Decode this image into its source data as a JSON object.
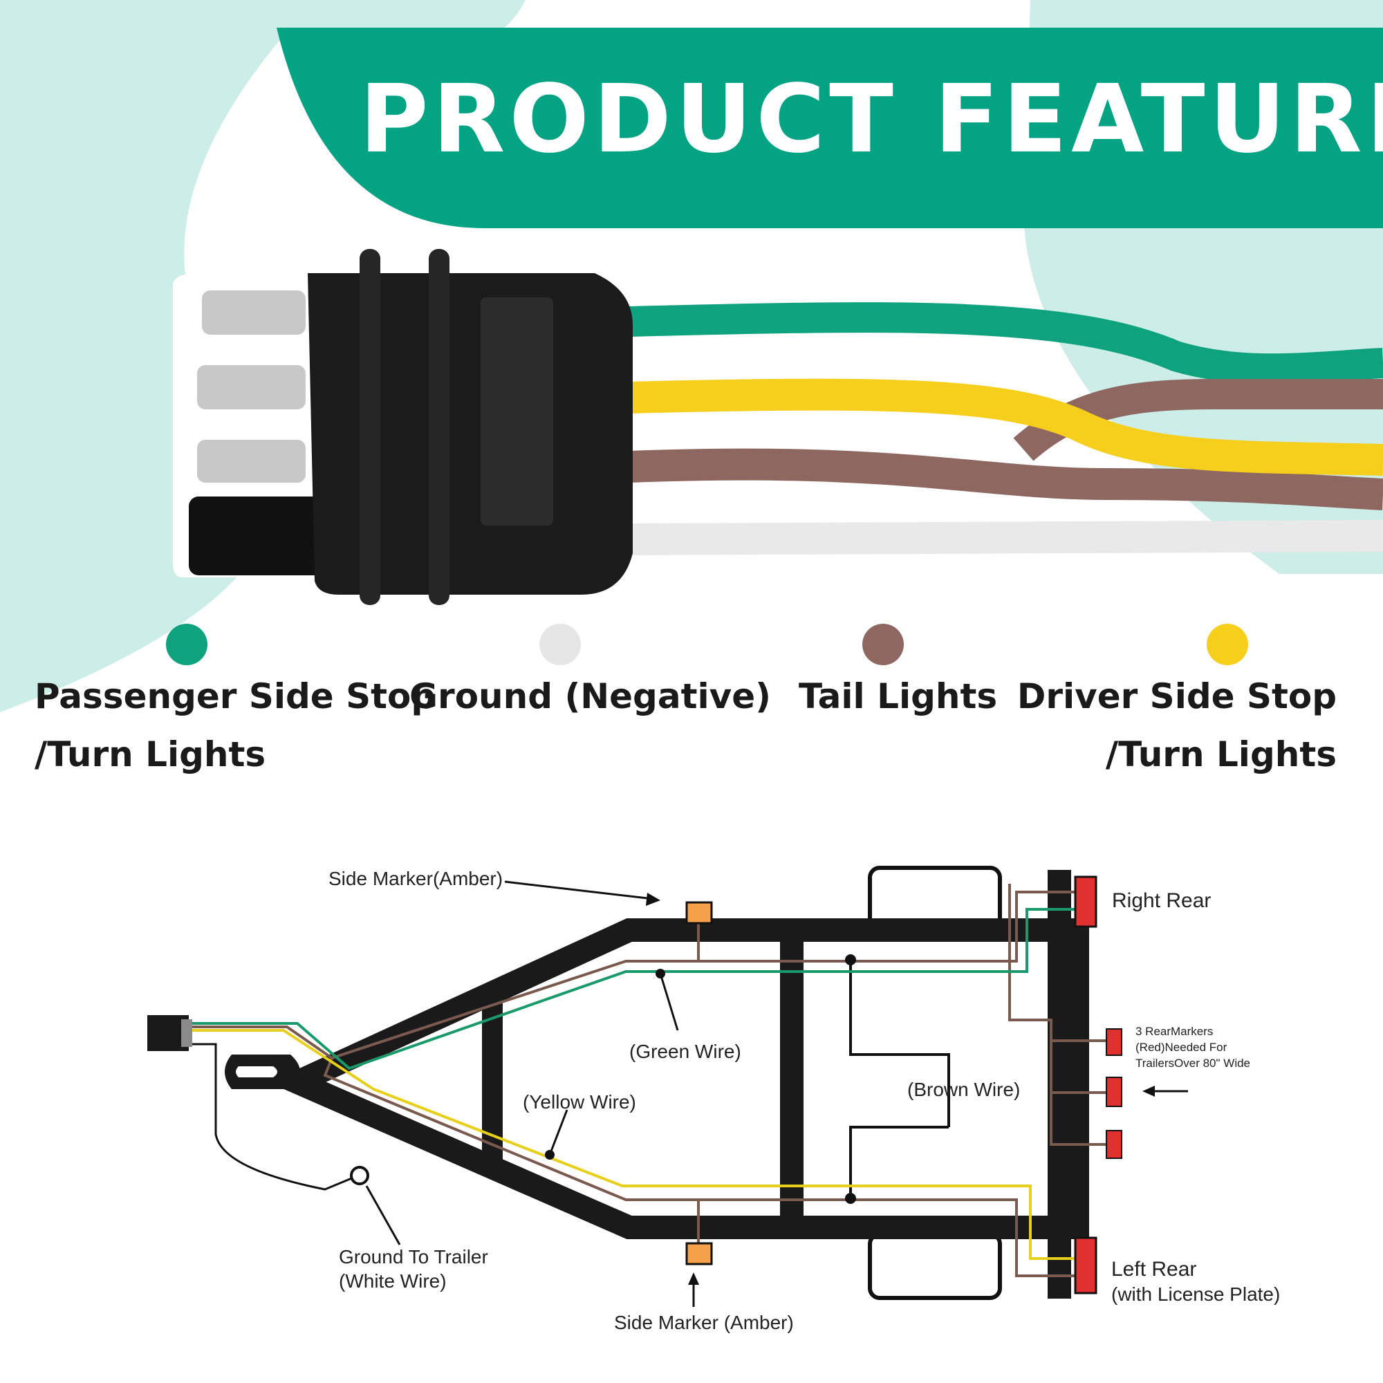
{
  "header": {
    "title": "PRODUCT FEATURE"
  },
  "colors": {
    "brand_green": "#03a384",
    "mint_background": "#cdeee8",
    "wire_green": "#0ea27f",
    "wire_white": "#e9e9e9",
    "wire_brown": "#8f6761",
    "wire_yellow": "#f6ce1c",
    "marker_amber": "#f5a04a",
    "marker_red": "#e03030"
  },
  "wire_legend": [
    {
      "color": "#0ea27f",
      "line1": "Passenger Side Stop",
      "line2": "/Turn Lights"
    },
    {
      "color": "#e9e9e9",
      "line1": "Ground (Negative)",
      "line2": ""
    },
    {
      "color": "#8f6761",
      "line1": "Tail Lights",
      "line2": ""
    },
    {
      "color": "#f6ce1c",
      "line1": "Driver Side Stop",
      "line2": "/Turn Lights"
    }
  ],
  "diagram": {
    "side_marker_top": "Side Marker(Amber)",
    "right_rear": "Right Rear",
    "green_wire": "(Green Wire)",
    "yellow_wire": "(Yellow Wire)",
    "brown_wire": "(Brown Wire)",
    "rear_markers": [
      "3 RearMarkers",
      "(Red)Needed For",
      "TrailersOver 80\" Wide"
    ],
    "ground_to_trailer": [
      "Ground To Trailer",
      "(White Wire)"
    ],
    "side_marker_bottom": "Side Marker (Amber)",
    "left_rear": [
      "Left Rear",
      "(with License Plate)"
    ]
  }
}
